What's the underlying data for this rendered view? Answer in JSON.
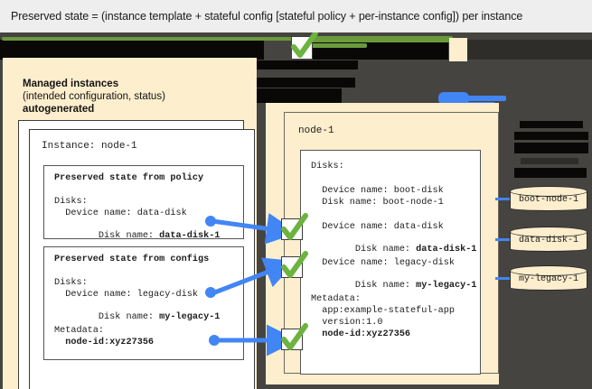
{
  "header": {
    "caption": "Preserved state = (instance template + stateful config [stateful policy + per-instance config]) per instance"
  },
  "left_panel": {
    "title": "Managed instances",
    "subtitle": "(intended configuration, status)",
    "subtitle2": "autogenerated",
    "instance_label": "Instance: node-1",
    "policy_box": {
      "heading": "Preserved state from policy",
      "disks_label": "Disks:",
      "device_name": "  Device name: data-disk",
      "disk_name_label": "  Disk name: ",
      "disk_name_value": "data-disk-1"
    },
    "configs_box": {
      "heading": "Preserved state from configs",
      "disks_label": "Disks:",
      "device_name": "  Device name: legacy-disk",
      "disk_name_label": "  Disk name: ",
      "disk_name_value": "my-legacy-1",
      "metadata_label": "Metadata:",
      "metadata_value": "  node-id:xyz27356"
    }
  },
  "right_panel": {
    "node_label": "node-1",
    "disks_label": "Disks:",
    "boot_device": "  Device name: boot-disk",
    "boot_disk": "  Disk name: boot-node-1",
    "data_device": "  Device name: data-disk",
    "data_disk_label": "  Disk name: ",
    "data_disk_value": "data-disk-1",
    "legacy_device": "  Device name: legacy-disk",
    "legacy_disk_label": "  Disk name: ",
    "legacy_disk_value": "my-legacy-1",
    "metadata_label": "Metadata:",
    "metadata_app": "  app:example-stateful-app",
    "metadata_version": "  version:1.0",
    "metadata_node_id": "  node-id:xyz27356"
  },
  "disks": [
    {
      "label": "boot-node-1"
    },
    {
      "label": "data-disk-1"
    },
    {
      "label": "my-legacy-1"
    }
  ],
  "colors": {
    "cream": "#fdeecd",
    "canvas": "#464440",
    "redact": "#090806",
    "green": "#6a9a3c",
    "blue": "#4285f4",
    "check_green": "#6cb33f"
  }
}
